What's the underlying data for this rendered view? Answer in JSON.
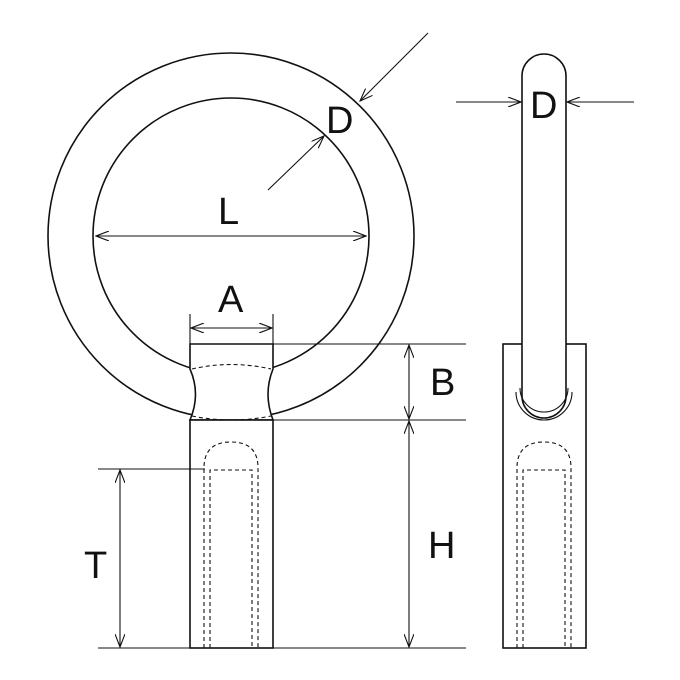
{
  "labels": {
    "ring_wire_diameter": "D",
    "inner_diameter": "L",
    "neck_width": "A",
    "neck_height": "B",
    "shank_height": "H",
    "thread_depth": "T",
    "side_wire_diameter": "D"
  },
  "colors": {
    "line": "#111111",
    "background": "#ffffff"
  }
}
